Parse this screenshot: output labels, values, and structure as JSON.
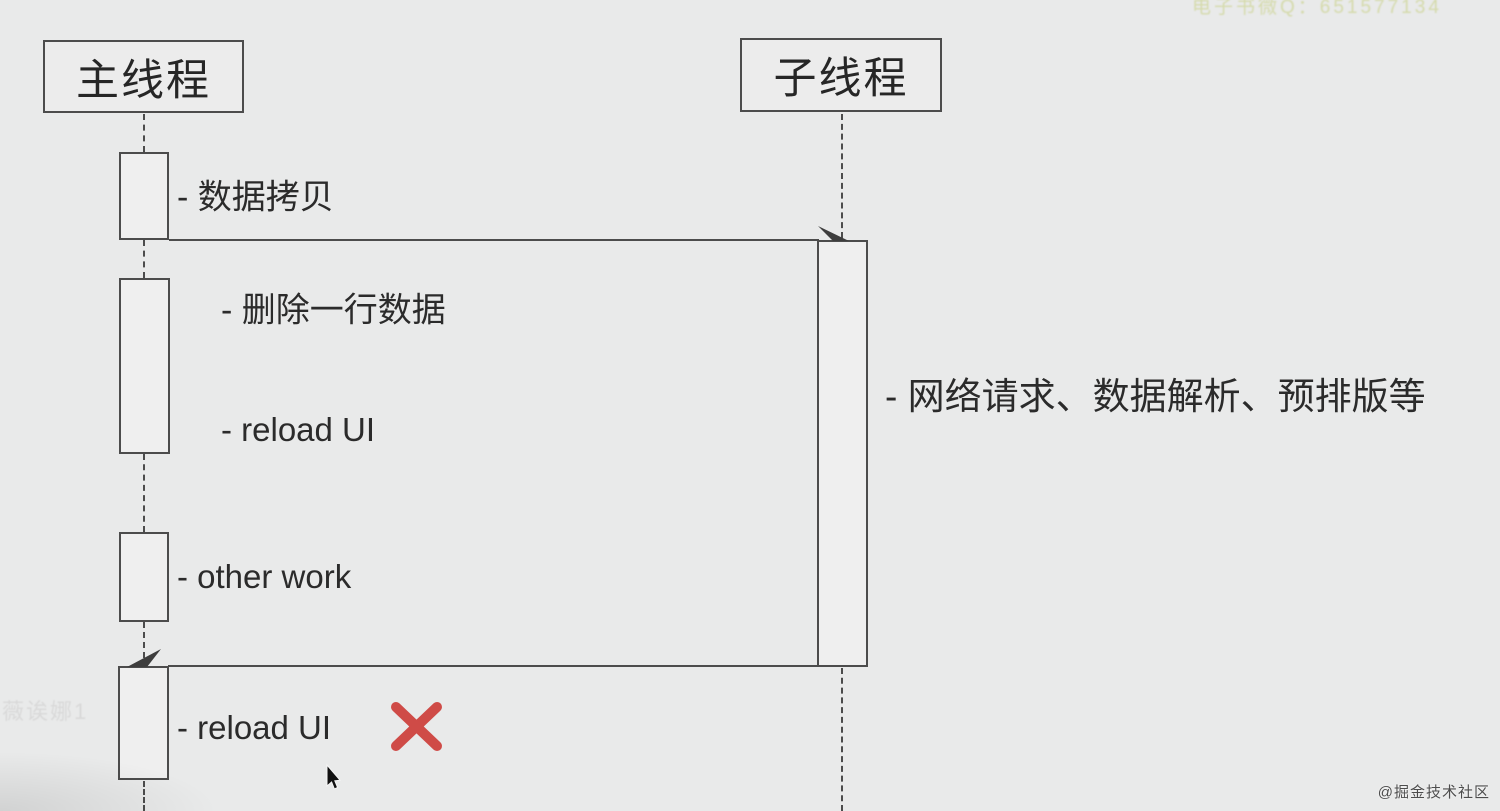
{
  "diagram": {
    "main_thread": {
      "title": "主线程",
      "steps": {
        "copy": "- 数据拷贝",
        "delete_row": "- 删除一行数据",
        "reload_ui": "- reload UI",
        "other_work": "- other work",
        "reload_ui_blocked": "- reload UI"
      }
    },
    "child_thread": {
      "title": "子线程",
      "task": "- 网络请求、数据解析、预排版等"
    }
  },
  "icons": {
    "error_x": "red-cross-marking-blocked-reload",
    "cursor": "mouse-pointer"
  },
  "watermarks": {
    "top_right": "电子书微Q：651577134",
    "left": "薇诶娜1",
    "bottom_right": "@掘金技术社区"
  },
  "colors": {
    "background": "#e9eaea",
    "line": "#4c4c4c",
    "text": "#2b2b2b",
    "error_red": "#cf4b47",
    "top_watermark": "#c4ce78"
  }
}
